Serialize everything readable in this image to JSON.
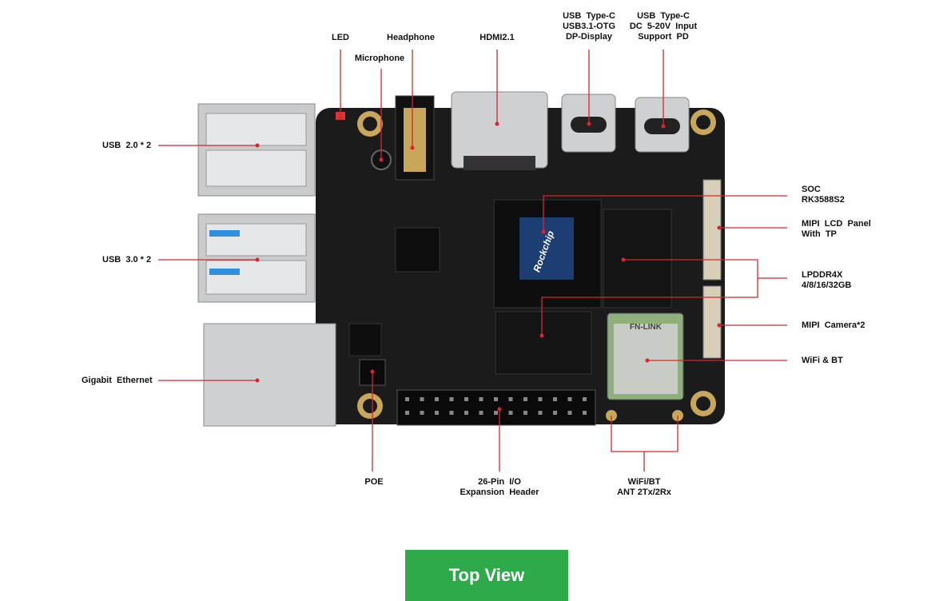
{
  "labels": {
    "led": "LED",
    "headphone": "Headphone",
    "microphone": "Microphone",
    "hdmi": "HDMI2.1",
    "usbc_otg": "USB  Type-C\nUSB3.1-OTG\nDP-Display",
    "usbc_power": "USB  Type-C\nDC  5-20V  Input\nSupport  PD",
    "usb2": "USB  2.0 * 2",
    "usb3": "USB  3.0 * 2",
    "ethernet": "Gigabit  Ethernet",
    "soc": "SOC\nRK3588S2",
    "mipi_lcd": "MIPI  LCD  Panel\nWith  TP",
    "lpddr": "LPDDR4X\n4/8/16/32GB",
    "mipi_camera": "MIPI  Camera*2",
    "wifi_bt": "WiFi & BT",
    "poe": "POE",
    "gpio": "26-Pin  I/O\nExpansion  Header",
    "antenna": "WiFi/BT\nANT 2Tx/2Rx"
  },
  "chip_marks": {
    "soc_brand": "Rockchip",
    "wifi_brand": "FN-LINK"
  },
  "button": {
    "label": "Top View"
  },
  "colors": {
    "accent_line": "#d7262e",
    "button": "#2eaa4a",
    "board": "#1b1b1b"
  }
}
